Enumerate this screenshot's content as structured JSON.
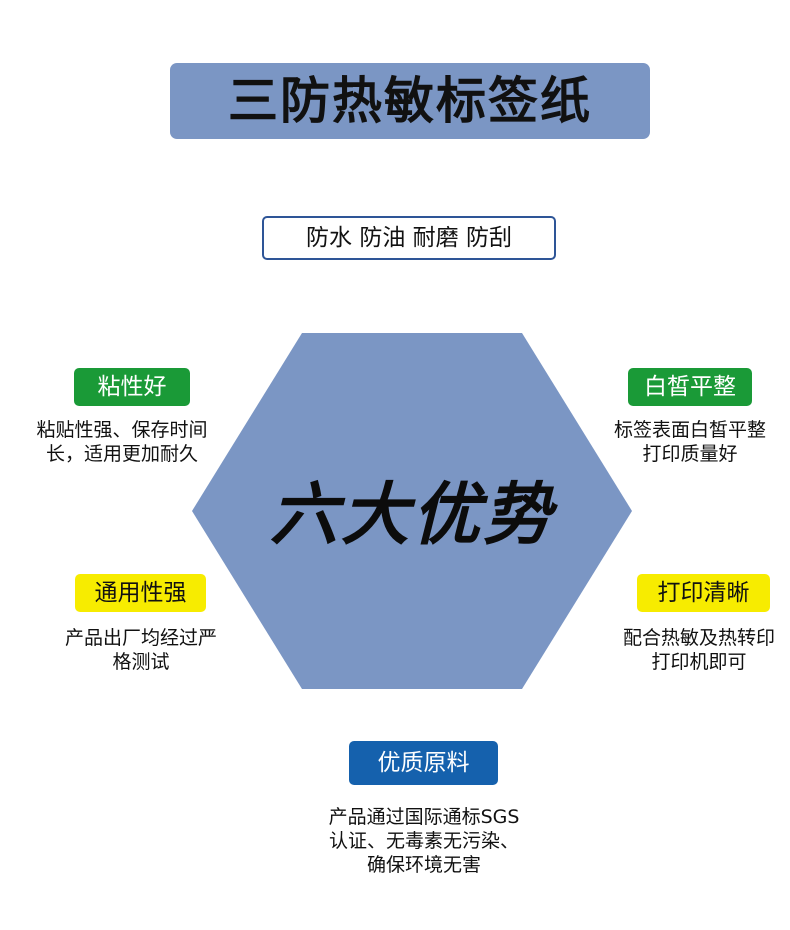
{
  "title": "三防热敏标签纸",
  "features": "防水 防油 耐磨 防刮",
  "center": "六大优势",
  "colors": {
    "title_banner": "#7b96c4",
    "hexagon": "#7b96c4",
    "features_border": "#2e5597",
    "badge_green": "#1a9a37",
    "badge_yellow": "#f7ec00",
    "badge_blue": "#1561ad"
  },
  "advantages": {
    "adhesion": {
      "label": "粘性好",
      "lines": [
        "粘贴性强、保存时间",
        "长，适用更加耐久"
      ]
    },
    "smooth": {
      "label": "白皙平整",
      "lines": [
        "标签表面白皙平整",
        "打印质量好"
      ]
    },
    "versatility": {
      "label": "通用性强",
      "lines": [
        "产品出厂均经过严",
        "格测试"
      ]
    },
    "clarity": {
      "label": "打印清晰",
      "lines": [
        "配合热敏及热转印",
        "打印机即可"
      ]
    },
    "material": {
      "label": "优质原料",
      "lines": [
        "产品通过国际通标SGS",
        "认证、无毒素无污染、",
        "确保环境无害"
      ]
    }
  }
}
